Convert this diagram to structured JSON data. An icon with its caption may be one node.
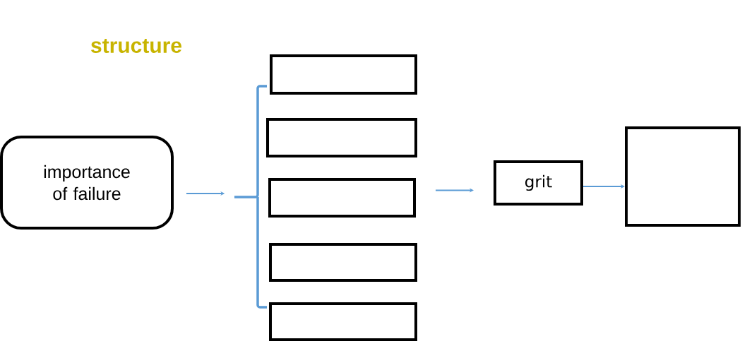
{
  "diagram": {
    "title": "structure",
    "nodes": [
      {
        "text": [
          "importance of failure"
        ]
      },
      {
        "text": [],
        "shape": "box"
      },
      {
        "text": [],
        "shape": "box"
      },
      {
        "text": [],
        "shape": "box"
      },
      {
        "text": [],
        "shape": "box"
      },
      {
        "text": [],
        "shape": "box"
      },
      {
        "text": [
          "grit"
        ]
      },
      {
        "text": [],
        "shape": "box"
      },
      {
        "text": [],
        "shape": "bracket"
      }
    ],
    "edges": [
      {
        "from": 0,
        "to": 8,
        "arrow": "to"
      },
      {
        "from": 3,
        "to": 6,
        "arrow": "to"
      },
      {
        "from": 6,
        "to": 7,
        "arrow": "to"
      }
    ]
  }
}
